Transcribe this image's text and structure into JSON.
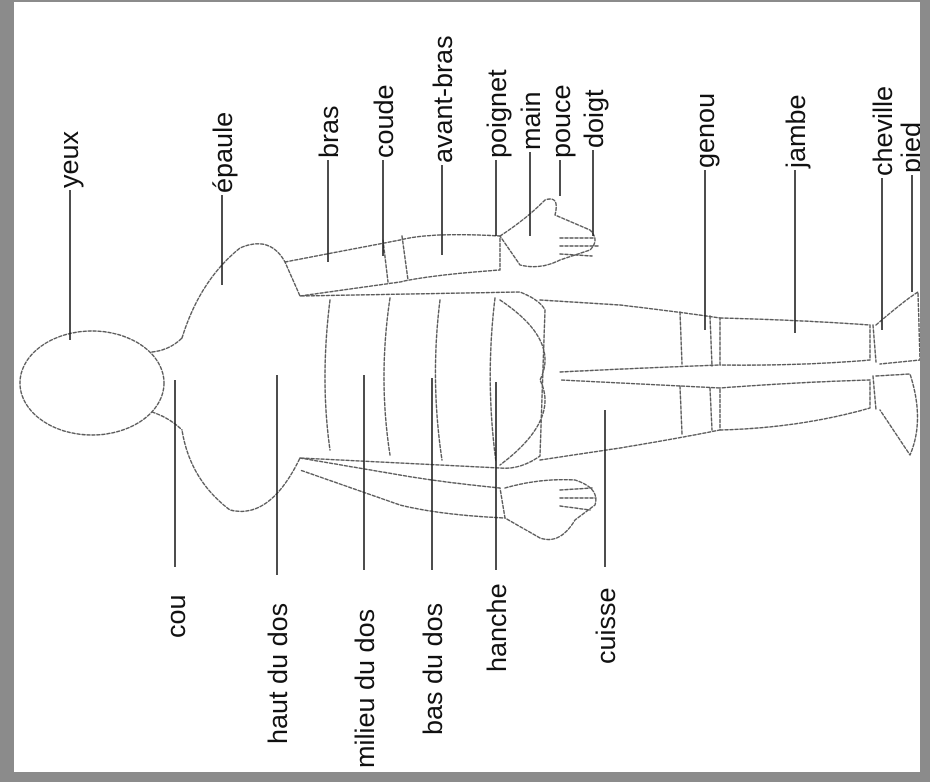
{
  "labels": {
    "yeux": "yeux",
    "epaule": "épaule",
    "bras": "bras",
    "coude": "coude",
    "avant_bras": "avant-bras",
    "poignet": "poignet",
    "main": "main",
    "pouce": "pouce",
    "doigt": "doigt",
    "genou": "genou",
    "jambe": "jambe",
    "cheville": "cheville",
    "pied": "pied",
    "cou": "cou",
    "haut_du_dos": "haut du dos",
    "milieu_du_dos": "milieu du dos",
    "bas_du_dos": "bas du dos",
    "hanche": "hanche",
    "cuisse": "cuisse"
  },
  "colors": {
    "ink": "#111111",
    "figure_outline": "#5a5a5a",
    "frame": "#8b8b8b"
  }
}
